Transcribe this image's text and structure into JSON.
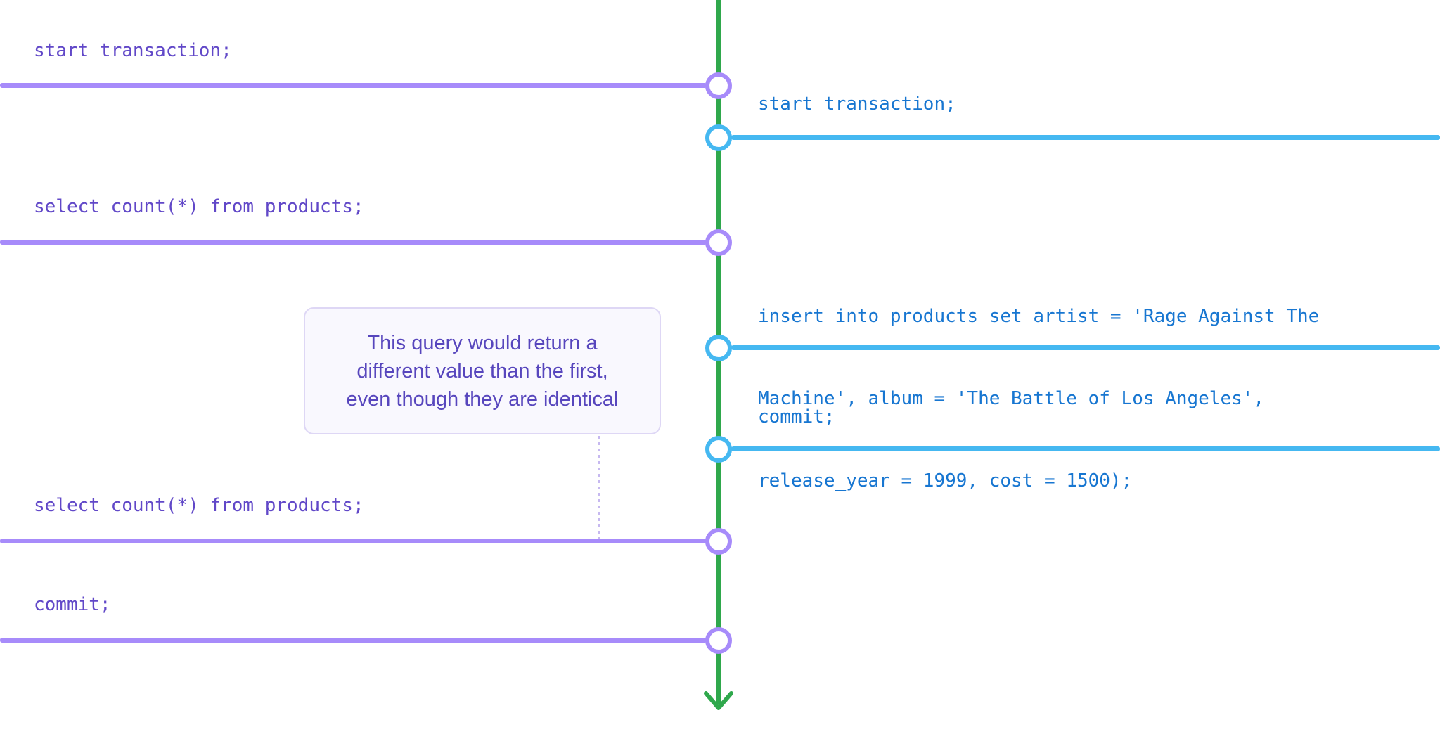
{
  "colors": {
    "timeline_green": "#2fa84c",
    "session_a_line": "#a78bfa",
    "session_a_text": "#6148c8",
    "session_b_line": "#45b8f1",
    "session_b_text": "#1776d1",
    "tooltip_text": "#5746bd",
    "tooltip_border": "#ded7f5",
    "tooltip_bg": "#f9f8fe",
    "dotted_connector": "#c6b8f0"
  },
  "session_a": {
    "statements": [
      {
        "label": "start transaction;"
      },
      {
        "label": "select count(*) from products;"
      },
      {
        "label": "select count(*) from products;"
      },
      {
        "label": "commit;"
      }
    ]
  },
  "session_b": {
    "statements": [
      {
        "label": "start transaction;"
      },
      {
        "lines": [
          "insert into products set artist = 'Rage Against The",
          "Machine', album = 'The Battle of Los Angeles',",
          "release_year = 1999, cost = 1500);"
        ]
      },
      {
        "label": "commit;"
      }
    ]
  },
  "tooltip": {
    "lines": [
      "This query would return a",
      "different value than the first,",
      "even though they are identical"
    ]
  }
}
